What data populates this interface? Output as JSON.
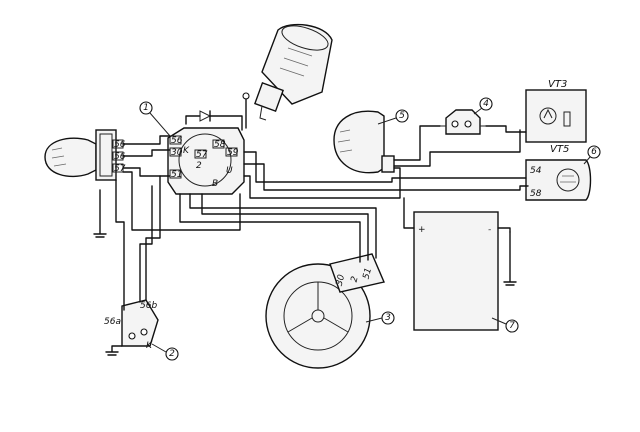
{
  "callouts": [
    "1",
    "2",
    "3",
    "4",
    "5",
    "6",
    "7"
  ],
  "vt3": {
    "title": "VT3"
  },
  "vt5": {
    "title": "VT5",
    "t1": "54",
    "t2": "58"
  },
  "switch_block": {
    "t56": "56",
    "k": "K",
    "t30": "30",
    "t58": "58",
    "t57": "57",
    "t59": "59",
    "t2": "2",
    "t51": "51",
    "t_b": "B",
    "t_u": "U"
  },
  "horn_terminals": {
    "a": "56",
    "b": "56",
    "c": "57"
  },
  "dimmer": {
    "t56a": "56a",
    "t56b": "56b",
    "t_k": "K"
  },
  "generator": {
    "t30": "30",
    "t2": "2",
    "t51": "51"
  },
  "battery": {
    "plus": "+",
    "minus": "-"
  }
}
